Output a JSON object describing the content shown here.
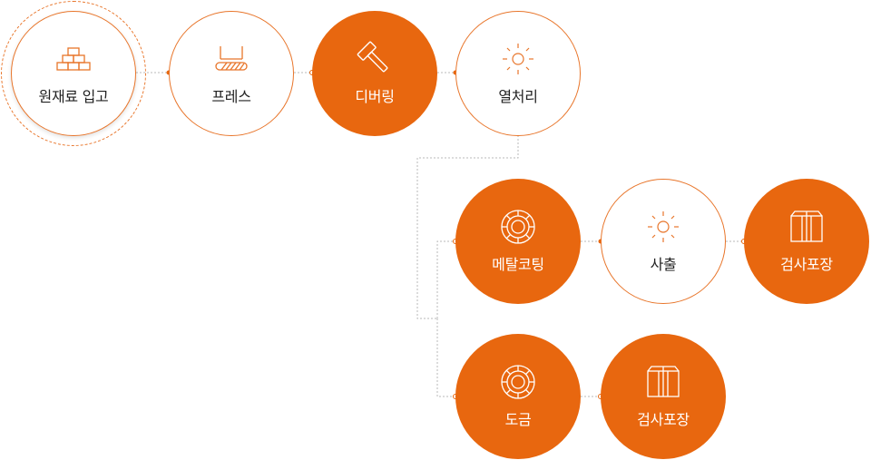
{
  "colors": {
    "accent": "#e8670f",
    "outline": "#e8752a",
    "connector": "#b9b9b9",
    "dot_filled": "#e8670f",
    "dot_hollow": "#ffffff"
  },
  "steps": [
    {
      "id": "raw-material",
      "label": "원재료 입고",
      "icon": "stacked-boxes-icon",
      "style": "outline",
      "highlighted": true
    },
    {
      "id": "press",
      "label": "프레스",
      "icon": "press-icon",
      "style": "outline"
    },
    {
      "id": "deburring",
      "label": "디버링",
      "icon": "hammer-icon",
      "style": "filled"
    },
    {
      "id": "heat-treatment",
      "label": "열처리",
      "icon": "sun-icon",
      "style": "outline"
    },
    {
      "id": "metal-coating",
      "label": "메탈코팅",
      "icon": "ring-icon",
      "style": "filled"
    },
    {
      "id": "shot-blasting",
      "label": "사출",
      "icon": "sun-icon",
      "style": "outline"
    },
    {
      "id": "inspection-packing-1",
      "label": "검사포장",
      "icon": "box-icon",
      "style": "filled"
    },
    {
      "id": "plating",
      "label": "도금",
      "icon": "ring-icon",
      "style": "filled"
    },
    {
      "id": "inspection-packing-2",
      "label": "검사포장",
      "icon": "box-icon",
      "style": "filled"
    }
  ]
}
